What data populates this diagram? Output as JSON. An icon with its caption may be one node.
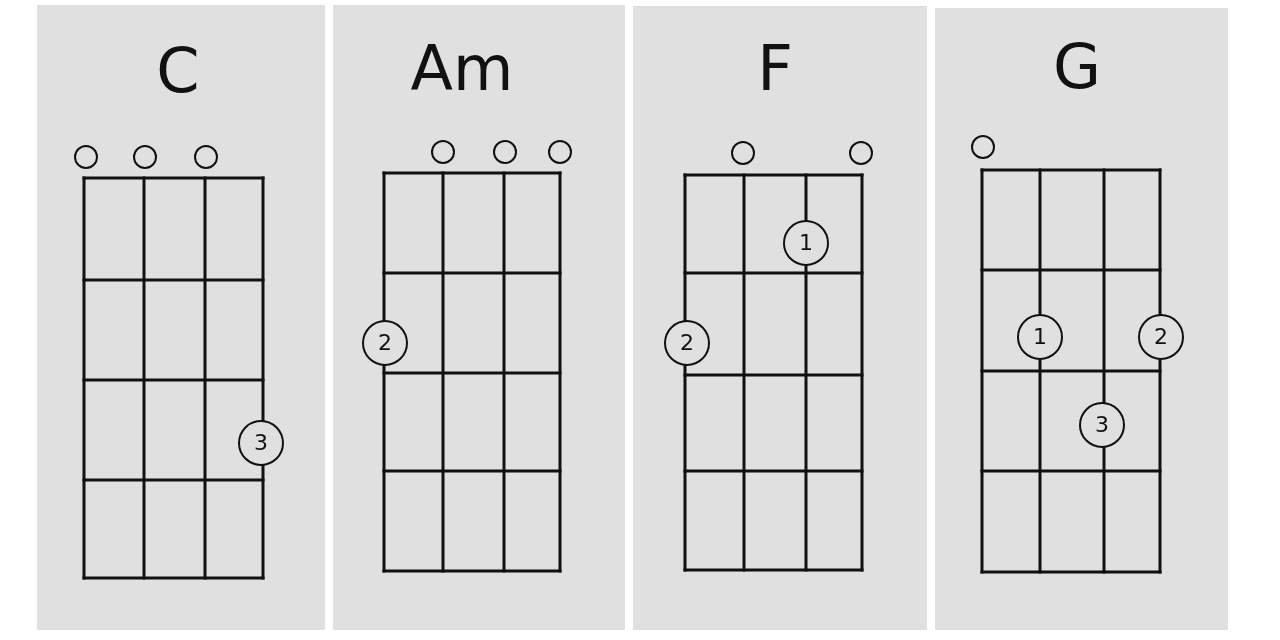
{
  "diagram": {
    "nodes": [
      {
        "text": [
          "C"
        ]
      },
      {
        "text": [],
        "shape": "circle",
        "in": 0
      },
      {
        "text": [],
        "shape": "circle",
        "in": 0
      },
      {
        "text": [],
        "shape": "circle",
        "in": 0
      },
      {
        "text": [
          "3"
        ],
        "in": 0
      },
      {
        "text": [
          "Am"
        ]
      },
      {
        "text": [],
        "shape": "circle",
        "in": 5
      },
      {
        "text": [],
        "shape": "circle",
        "in": 5
      },
      {
        "text": [],
        "shape": "circle",
        "in": 5
      },
      {
        "text": [
          "2"
        ],
        "in": 5
      },
      {
        "text": [
          "F"
        ]
      },
      {
        "text": [],
        "shape": "circle",
        "in": 10
      },
      {
        "text": [],
        "shape": "circle",
        "in": 10
      },
      {
        "text": [
          "1"
        ],
        "in": 10
      },
      {
        "text": [
          "2"
        ],
        "in": 10
      },
      {
        "text": [
          "G"
        ]
      },
      {
        "text": [],
        "shape": "circle",
        "in": 15
      },
      {
        "text": [
          "1"
        ],
        "in": 15
      },
      {
        "text": [
          "2"
        ],
        "in": 15
      },
      {
        "text": [
          "3"
        ],
        "in": 15
      }
    ],
    "edges": []
  }
}
